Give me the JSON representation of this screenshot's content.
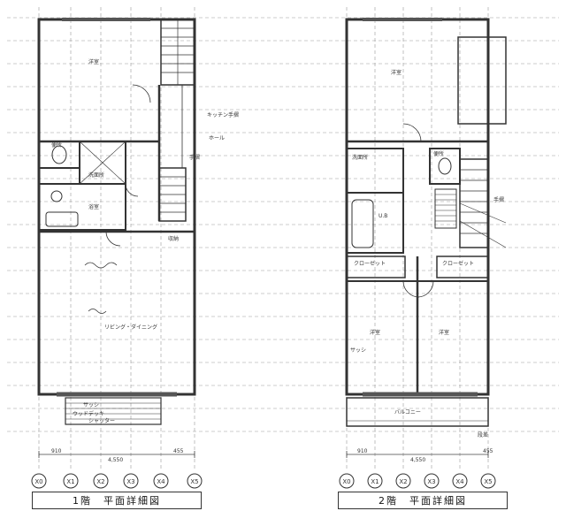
{
  "drawing": {
    "floor1_title": "1階　平面詳細図",
    "floor2_title": "2階　平面詳細図"
  },
  "grid_axes": {
    "labels": [
      "X0",
      "X1",
      "X2",
      "X3",
      "X4",
      "X5"
    ]
  },
  "floor1": {
    "rooms": {
      "entrance_ldk_top": "洋室",
      "toilet": "便所",
      "washroom": "洗面所",
      "bath": "浴室",
      "ldk": "リビング・ダイニング",
      "deck": "ウッドデッキ"
    },
    "labels": {
      "kitchen_rail": "キッチン手摺",
      "hall": "ホール",
      "handrail": "手摺",
      "storage": "収納",
      "sash": "サッシ",
      "shutter": "シャッター"
    },
    "dims": {
      "total": "4,550",
      "left": "910",
      "right": "455"
    }
  },
  "floor2": {
    "rooms": {
      "western_top": "洋室",
      "bath_2f": "U.B",
      "closet_left": "クローゼット",
      "closet_right": "クローゼット",
      "western_bottom_left": "洋室",
      "western_bottom_right": "洋室",
      "balcony": "バルコニー"
    },
    "labels": {
      "handrail": "手摺",
      "washroom": "洗面所",
      "toilet": "便所",
      "sash": "サッシ",
      "step": "段差"
    },
    "dims": {
      "total": "4,550",
      "left": "910",
      "right": "455"
    }
  }
}
